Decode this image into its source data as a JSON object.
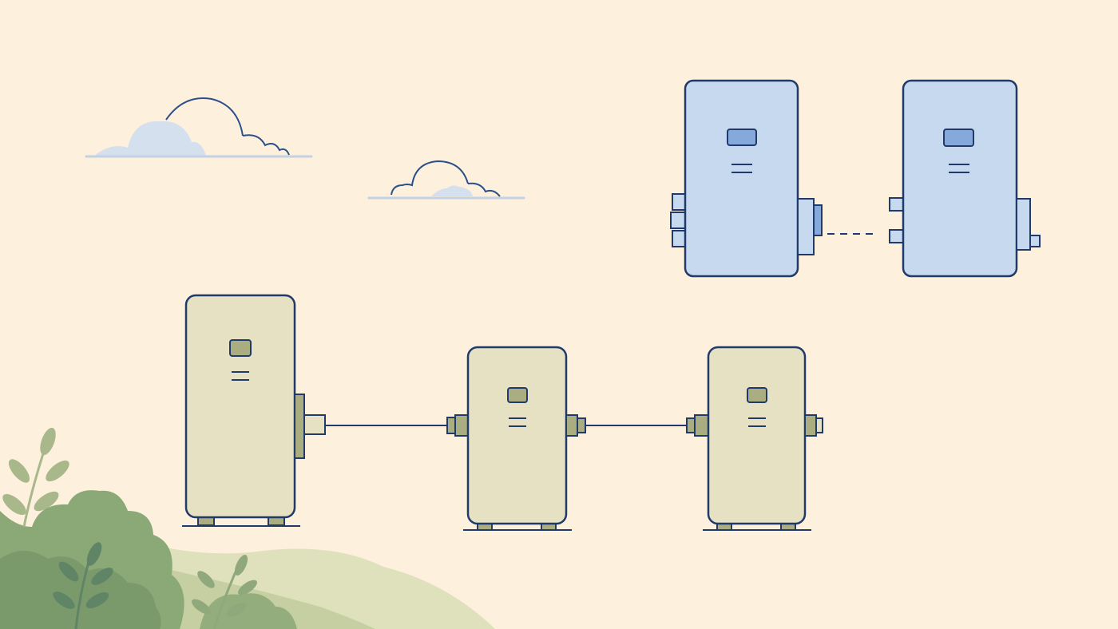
{
  "scene": {
    "description_tags": [
      "battery-units",
      "clouds",
      "foliage"
    ],
    "colors": {
      "background": "#fdf0dd",
      "outline": "#1f3a6b",
      "unit_beige_fill": "#e6e1c2",
      "unit_beige_accent": "#a9ad80",
      "unit_blue_fill": "#c7d9ef",
      "unit_blue_accent": "#86a9dc",
      "cloud_fill": "#d5e0ee",
      "hill_light": "#dfe0bc",
      "hill_mid": "#c6cfa2",
      "bush_dark": "#7b9a6c",
      "bush_mid": "#93ad7d",
      "leaf": "#a8b88a"
    },
    "connected_units": [
      {
        "id": "main-unit",
        "cable": "solid"
      },
      {
        "id": "expansion-unit-1",
        "cable": "solid"
      },
      {
        "id": "expansion-unit-2",
        "cable": "solid"
      }
    ],
    "disconnected_units": [
      {
        "id": "blue-unit-1",
        "cable": "dashed"
      },
      {
        "id": "blue-unit-2",
        "cable": "dashed"
      }
    ]
  }
}
